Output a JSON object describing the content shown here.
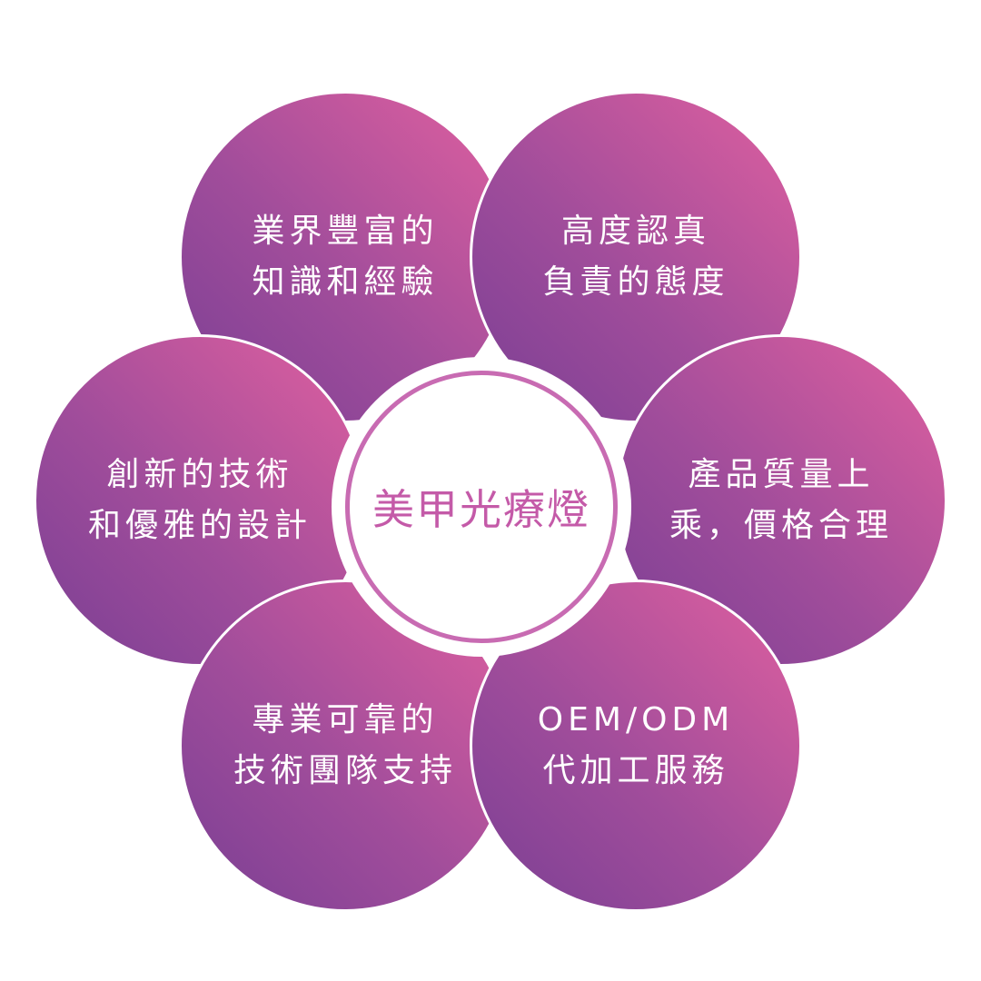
{
  "diagram": {
    "center": {
      "label": "美甲光療燈"
    },
    "petals": [
      {
        "id": "top-left",
        "lines": [
          "業界豐富的",
          "知識和經驗"
        ]
      },
      {
        "id": "top-right",
        "lines": [
          "高度認真",
          "負責的態度"
        ]
      },
      {
        "id": "middle-left",
        "lines": [
          "創新的技術",
          "和優雅的設計"
        ]
      },
      {
        "id": "middle-right",
        "lines": [
          "產品質量上",
          "乘，價格合理"
        ]
      },
      {
        "id": "bottom-left",
        "lines": [
          "專業可靠的",
          "技術團隊支持"
        ]
      },
      {
        "id": "bottom-right",
        "lines": [
          "OEM/ODM",
          "代加工服務"
        ]
      }
    ],
    "colors": {
      "petal_gradient_start": "#7a3f94",
      "petal_gradient_end": "#e0609f",
      "center_ring": "#c86bb2",
      "center_text": "#c45aa8",
      "petal_text": "#ffffff"
    }
  }
}
